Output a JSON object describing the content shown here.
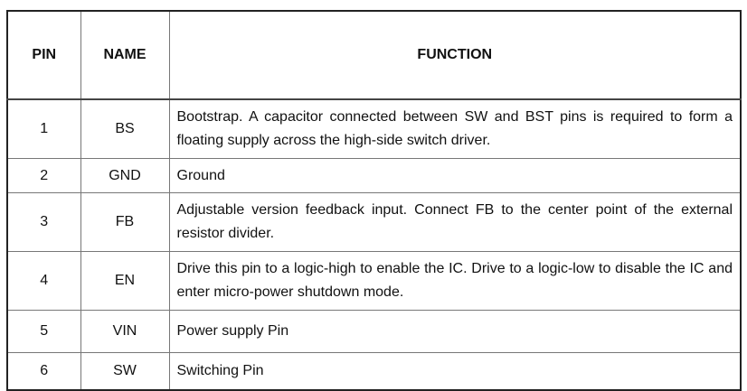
{
  "table": {
    "headers": {
      "pin": "PIN",
      "name": "NAME",
      "function": "FUNCTION"
    },
    "rows": [
      {
        "pin": "1",
        "name": "BS",
        "function": "Bootstrap. A capacitor connected between SW and BST pins is required to form a floating supply across the high-side switch driver."
      },
      {
        "pin": "2",
        "name": "GND",
        "function": "Ground"
      },
      {
        "pin": "3",
        "name": "FB",
        "function": "Adjustable version feedback input. Connect FB to the center point of the external resistor divider."
      },
      {
        "pin": "4",
        "name": "EN",
        "function": "Drive this pin to a logic-high to enable the IC. Drive to a logic-low to disable the IC and enter micro-power shutdown mode."
      },
      {
        "pin": "5",
        "name": "VIN",
        "function": "Power supply Pin"
      },
      {
        "pin": "6",
        "name": "SW",
        "function": "Switching Pin"
      }
    ]
  }
}
